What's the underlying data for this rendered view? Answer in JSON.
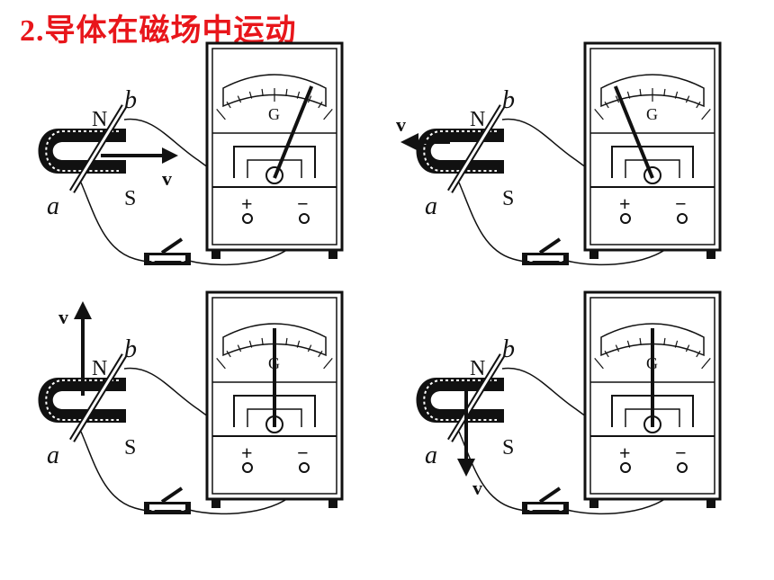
{
  "title": {
    "number": "2.",
    "text": "导体在磁场中运动"
  },
  "labels": {
    "north": "N",
    "south": "S",
    "end_a": "a",
    "end_b": "b",
    "velocity": "v",
    "plus": "+",
    "minus": "−",
    "meter": "G"
  },
  "panels": [
    {
      "id": "right",
      "motion": "right",
      "needle": "right"
    },
    {
      "id": "left",
      "motion": "left",
      "needle": "left"
    },
    {
      "id": "up",
      "motion": "up",
      "needle": "center"
    },
    {
      "id": "down",
      "motion": "down",
      "needle": "center"
    }
  ],
  "colors": {
    "title": "#e8161b",
    "ink": "#111111",
    "background": "#ffffff"
  }
}
